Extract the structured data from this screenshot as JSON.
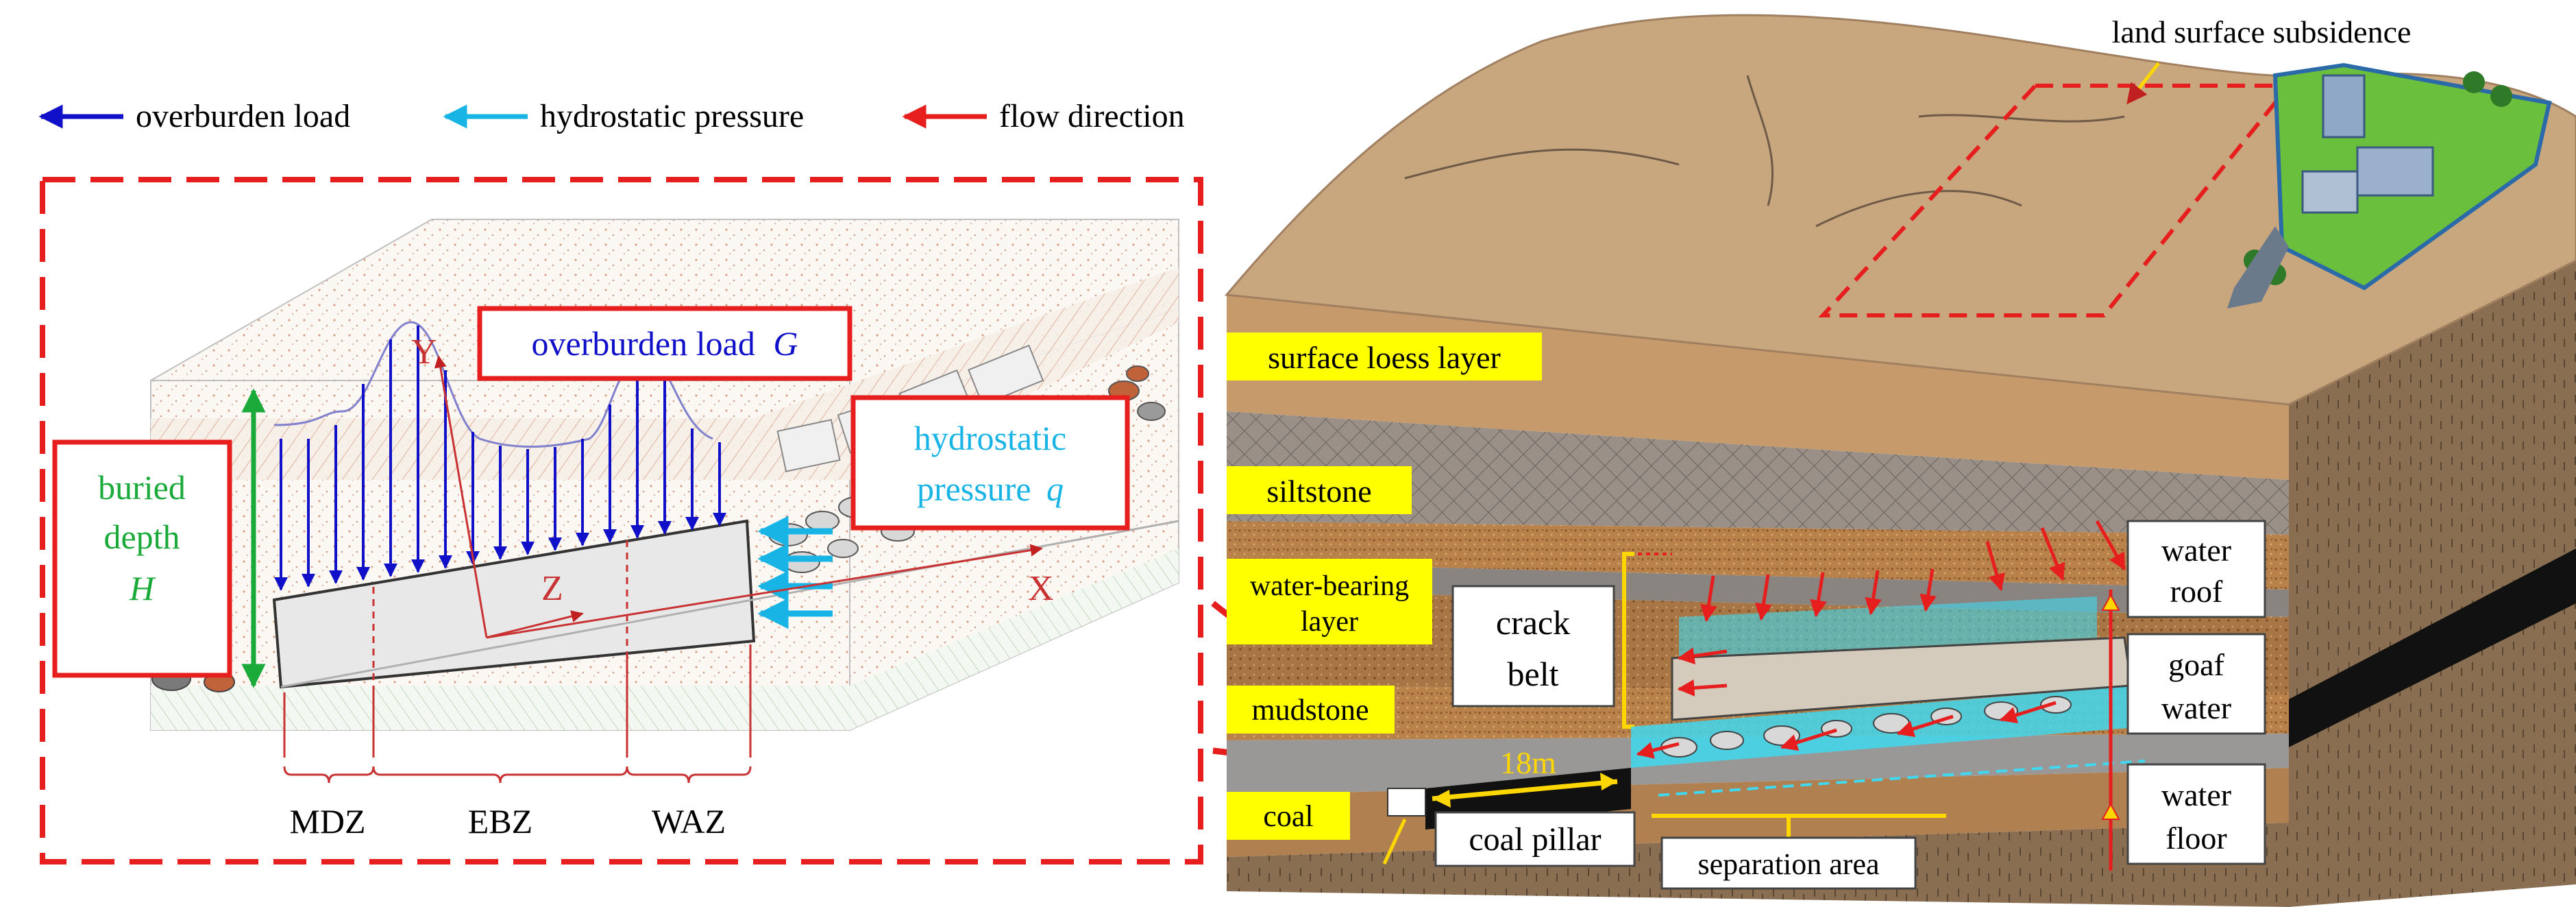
{
  "legend": {
    "overburden": {
      "label": "overburden load",
      "color": "#1010c8"
    },
    "hydrostatic": {
      "label": "hydrostatic pressure",
      "color": "#19b4e6"
    },
    "flow": {
      "label": "flow direction",
      "color": "#e61e1e"
    }
  },
  "left_panel": {
    "overburden_box": {
      "text": "overburden load",
      "symbol": "G"
    },
    "hydrostatic_box": {
      "line1": "hydrostatic",
      "line2": "pressure",
      "symbol": "q"
    },
    "buried_box": {
      "line1": "buried",
      "line2": "depth",
      "symbol": "H"
    },
    "axes": {
      "x": "X",
      "y": "Y",
      "z": "Z"
    },
    "zones": [
      "MDZ",
      "EBZ",
      "WAZ"
    ]
  },
  "right_panel": {
    "surface_label": "land surface subsidence",
    "strata": [
      {
        "label": "surface loess layer"
      },
      {
        "label": "siltstone"
      },
      {
        "label_lines": [
          "water-bearing",
          "layer"
        ]
      },
      {
        "label": "mudstone"
      },
      {
        "label": "coal"
      }
    ],
    "crack_belt": [
      "crack",
      "belt"
    ],
    "water_roof": [
      "water",
      "roof"
    ],
    "goaf_water": [
      "goaf",
      "water"
    ],
    "water_floor": [
      "water",
      "floor"
    ],
    "coal_pillar": "coal pillar",
    "pillar_width": "18m",
    "separation_area": "separation area"
  },
  "colors": {
    "dashed_frame": "#e61e1e",
    "callout_border": "#e61e1e",
    "strata_label_bg": "#ffff00",
    "water": "#40d8f0",
    "buried_text": "#1aaa3a"
  }
}
